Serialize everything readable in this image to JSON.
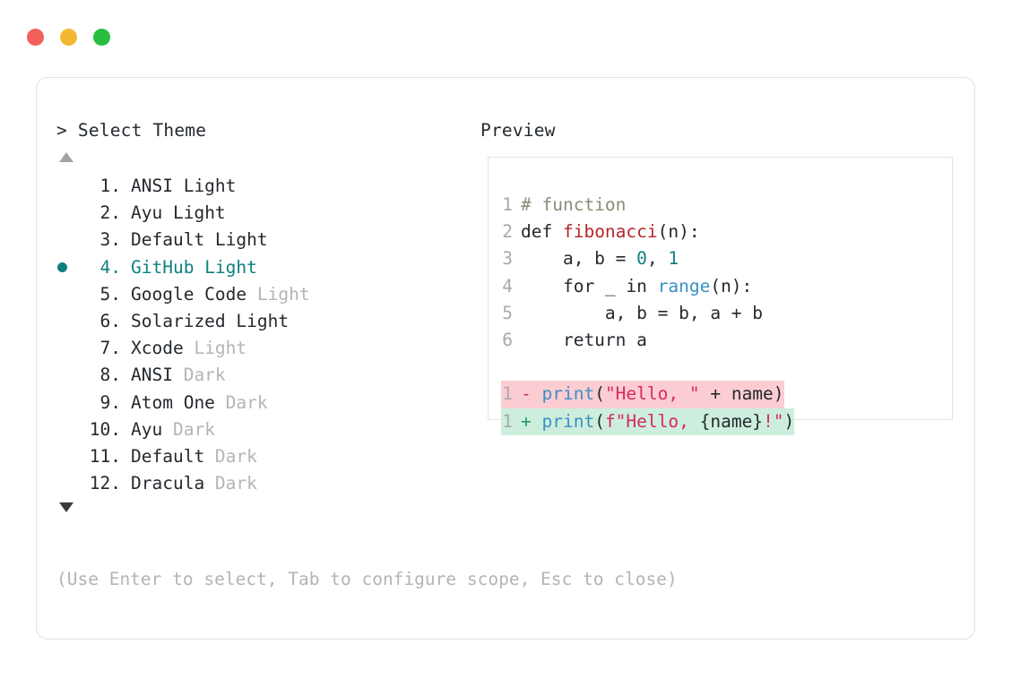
{
  "window": {
    "dots": [
      {
        "name": "close",
        "color": "#f2605c"
      },
      {
        "name": "minimize",
        "color": "#f4b731"
      },
      {
        "name": "maximize",
        "color": "#27bf3f"
      }
    ]
  },
  "left_panel": {
    "prompt": ">",
    "title": "Select Theme",
    "scroll_up_indicator": "▲",
    "scroll_down_indicator": "▼",
    "selected_index": 4,
    "items": [
      {
        "number": "1.",
        "name": "ANSI",
        "variant": "Light",
        "variant_muted": false,
        "selected": false
      },
      {
        "number": "2.",
        "name": "Ayu",
        "variant": "Light",
        "variant_muted": false,
        "selected": false
      },
      {
        "number": "3.",
        "name": "Default",
        "variant": "Light",
        "variant_muted": false,
        "selected": false
      },
      {
        "number": "4.",
        "name": "GitHub",
        "variant": "Light",
        "variant_muted": false,
        "selected": true
      },
      {
        "number": "5.",
        "name": "Google Code",
        "variant": "Light",
        "variant_muted": true,
        "selected": false
      },
      {
        "number": "6.",
        "name": "Solarized",
        "variant": "Light",
        "variant_muted": false,
        "selected": false
      },
      {
        "number": "7.",
        "name": "Xcode",
        "variant": "Light",
        "variant_muted": true,
        "selected": false
      },
      {
        "number": "8.",
        "name": "ANSI",
        "variant": "Dark",
        "variant_muted": true,
        "selected": false
      },
      {
        "number": "9.",
        "name": "Atom One",
        "variant": "Dark",
        "variant_muted": true,
        "selected": false
      },
      {
        "number": "10.",
        "name": "Ayu",
        "variant": "Dark",
        "variant_muted": true,
        "selected": false
      },
      {
        "number": "11.",
        "name": "Default",
        "variant": "Dark",
        "variant_muted": true,
        "selected": false
      },
      {
        "number": "12.",
        "name": "Dracula",
        "variant": "Dark",
        "variant_muted": true,
        "selected": false
      }
    ],
    "hint": "(Use Enter to select, Tab to configure scope, Esc to close)"
  },
  "right_panel": {
    "title": "Preview",
    "code_lines": [
      {
        "gutter": "1",
        "tokens": [
          {
            "text": "# function",
            "type": "comment"
          }
        ]
      },
      {
        "gutter": "2",
        "tokens": [
          {
            "text": "def ",
            "type": "plain"
          },
          {
            "text": "fibonacci",
            "type": "fn"
          },
          {
            "text": "(n):",
            "type": "punct"
          }
        ]
      },
      {
        "gutter": "3",
        "tokens": [
          {
            "text": "    a, b = ",
            "type": "plain"
          },
          {
            "text": "0",
            "type": "num"
          },
          {
            "text": ", ",
            "type": "plain"
          },
          {
            "text": "1",
            "type": "num"
          }
        ]
      },
      {
        "gutter": "4",
        "tokens": [
          {
            "text": "    for _ in ",
            "type": "plain"
          },
          {
            "text": "range",
            "type": "builtin"
          },
          {
            "text": "(n):",
            "type": "punct"
          }
        ]
      },
      {
        "gutter": "5",
        "tokens": [
          {
            "text": "        a, b = b, a + b",
            "type": "plain"
          }
        ]
      },
      {
        "gutter": "6",
        "tokens": [
          {
            "text": "    return a",
            "type": "plain"
          }
        ]
      }
    ],
    "diff_lines": [
      {
        "gutter": "1",
        "kind": "del",
        "sign": "-",
        "tokens": [
          {
            "text": "print",
            "type": "builtin"
          },
          {
            "text": "(",
            "type": "punct"
          },
          {
            "text": "\"Hello, \"",
            "type": "str"
          },
          {
            "text": " + name)",
            "type": "plain"
          }
        ]
      },
      {
        "gutter": "1",
        "kind": "add",
        "sign": "+",
        "tokens": [
          {
            "text": "print",
            "type": "builtin"
          },
          {
            "text": "(",
            "type": "punct"
          },
          {
            "text": "f\"Hello, ",
            "type": "str"
          },
          {
            "text": "{name}",
            "type": "plain"
          },
          {
            "text": "!\"",
            "type": "str"
          },
          {
            "text": ")",
            "type": "punct"
          }
        ]
      }
    ]
  },
  "colors": {
    "accent_teal": "#0e7f80",
    "muted_text": "#b4b4b8",
    "body_text": "#24292e",
    "border": "#e2e2e4",
    "diff_del_bg": "#fbcdd2",
    "diff_add_bg": "#cdeedd",
    "syntax_fn": "#b5252a",
    "syntax_builtin": "#3b8fc4",
    "syntax_num": "#0e7f80",
    "syntax_str": "#d6295b",
    "syntax_comment": "#8b8b78"
  }
}
